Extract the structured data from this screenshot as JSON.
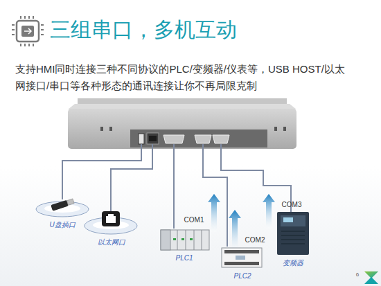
{
  "diagram": {
    "title": "三组串口，多机互动",
    "nodes": [
      {
        "text": [
          "U盘插口"
        ]
      },
      {
        "text": [
          "以太网口"
        ]
      },
      {
        "text": [
          "PLC1"
        ]
      },
      {
        "text": [
          "PLC2"
        ]
      },
      {
        "text": [
          "变频器"
        ]
      }
    ],
    "labels": [
      "支持HMI同时连接三种不同协议的PLC/变频器/仪表等，USB HOST/以太网接口/串口等各种形态的通讯连接让你不再局限克制",
      "COM1",
      "COM2",
      "COM3",
      "6"
    ]
  }
}
